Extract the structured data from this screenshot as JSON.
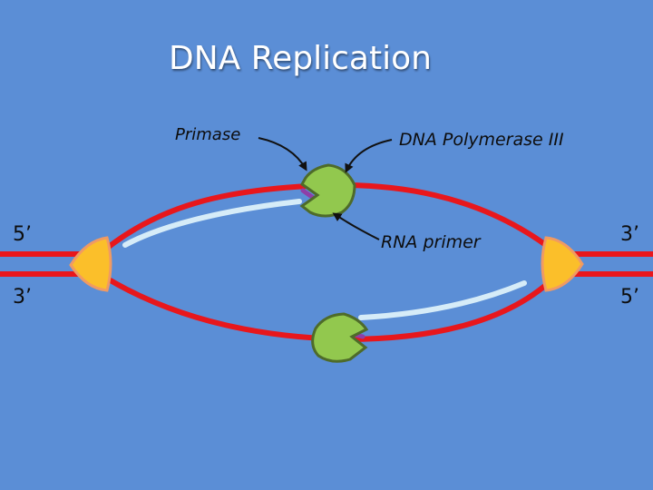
{
  "title": "DNA Replication",
  "labels": {
    "primase": "Primase",
    "polymerase": "DNA Polymerase III",
    "rna_primer": "RNA primer"
  },
  "ends": {
    "top_left": "5’",
    "bottom_left": "3’",
    "top_right": "3’",
    "bottom_right": "5’"
  },
  "colors": {
    "background": "#5b8ed6",
    "parent_strand": "#e8171c",
    "new_strand": "#d6ecf8",
    "polymerase": "#92c84e",
    "polymerase_outline": "#4e6b2a",
    "helicase": "#fbbf2a",
    "helicase_outline": "#f09a63",
    "rna_primer": "#8e3fa8",
    "arrow": "#111111"
  }
}
